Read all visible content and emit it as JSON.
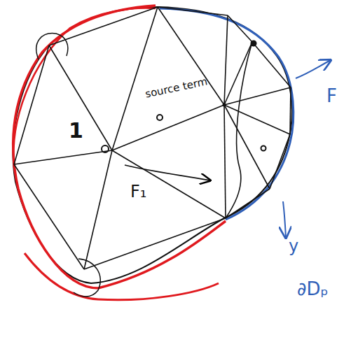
{
  "diagram": {
    "labels": [
      "1",
      "source term",
      "F₁",
      "F",
      "y",
      "∂Dₚ"
    ]
  }
}
